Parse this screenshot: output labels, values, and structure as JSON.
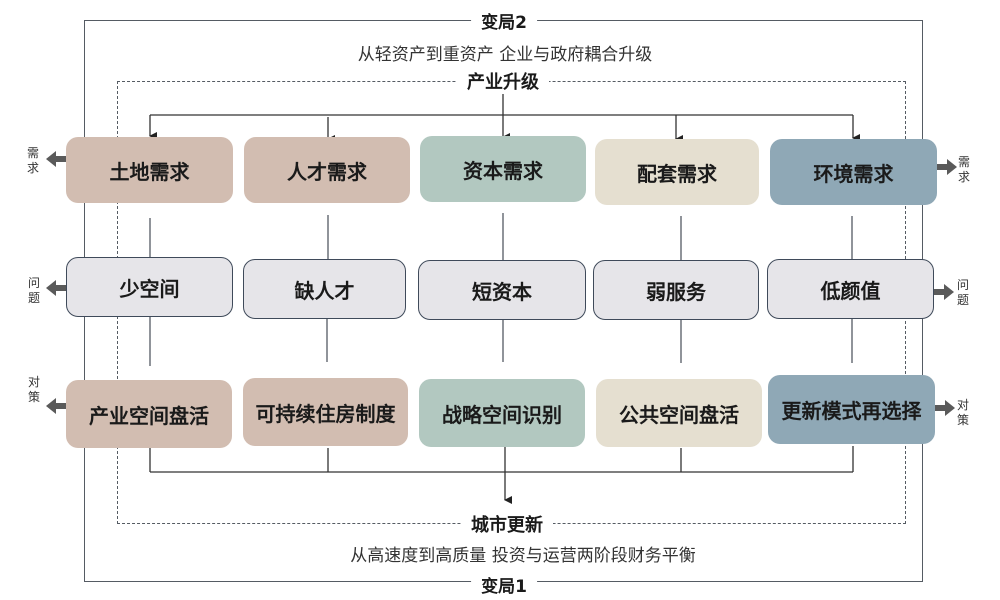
{
  "outer": {
    "top_label": "变局2",
    "top_subtitle": "从轻资产到重资产   企业与政府耦合升级",
    "bottom_label": "变局1",
    "bottom_subtitle": "从高速度到高质量   投资与运营两阶段财务平衡"
  },
  "inner": {
    "top_label": "产业升级",
    "bottom_label": "城市更新"
  },
  "columns": [
    {
      "demand": "土地需求",
      "problem": "少空间",
      "policy": "产业空间盘活",
      "color": "#d2bdb1"
    },
    {
      "demand": "人才需求",
      "problem": "缺人才",
      "policy": "可持续住房制度",
      "color": "#d2bdb1"
    },
    {
      "demand": "资本需求",
      "problem": "短资本",
      "policy": "战略空间识别",
      "color": "#b2c8c0"
    },
    {
      "demand": "配套需求",
      "problem": "弱服务",
      "policy": "公共空间盘活",
      "color": "#e5dfd0"
    },
    {
      "demand": "环境需求",
      "problem": "低颜值",
      "policy": "更新模式再选择",
      "color": "#8fa8b6"
    }
  ],
  "side_labels": {
    "demand": "需求",
    "problem": "问题",
    "policy": "对策"
  },
  "colors": {
    "line": "#555b63",
    "arrow": "#5a5a5a",
    "problem_fill": "#e6e5e9",
    "problem_border": "#3f4a5a"
  }
}
